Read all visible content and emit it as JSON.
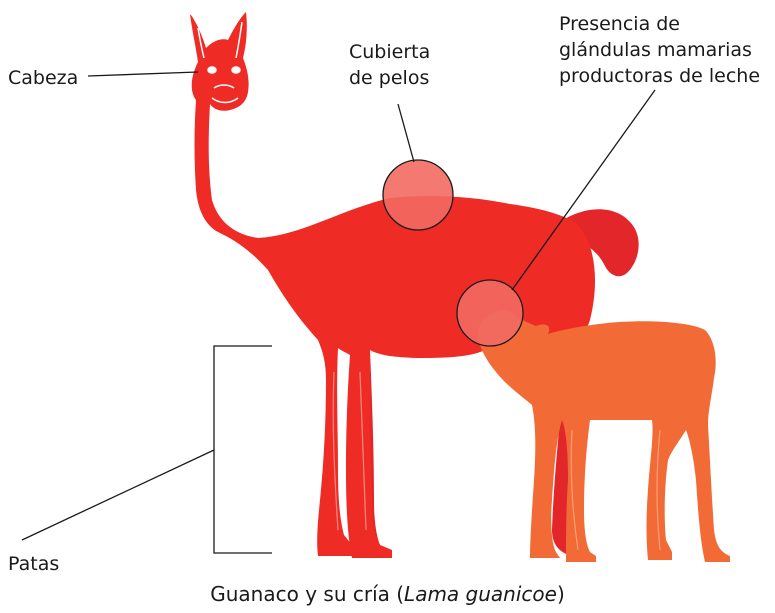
{
  "labels": {
    "head": "Cabeza",
    "hair_line1": "Cubierta",
    "hair_line2": "de pelos",
    "glands_line1": "Presencia de",
    "glands_line2": "glándulas mamarias",
    "glands_line3": "productoras de leche",
    "legs": "Patas"
  },
  "caption": {
    "prefix": "Guanaco y su cría (",
    "species": "Lama guanicoe",
    "suffix": ")"
  },
  "colors": {
    "adult": "#ee2b24",
    "adult_far_legs": "#e3262a",
    "calf": "#f26a35",
    "highlight": "#f26a62",
    "line": "#1a1a1a"
  }
}
